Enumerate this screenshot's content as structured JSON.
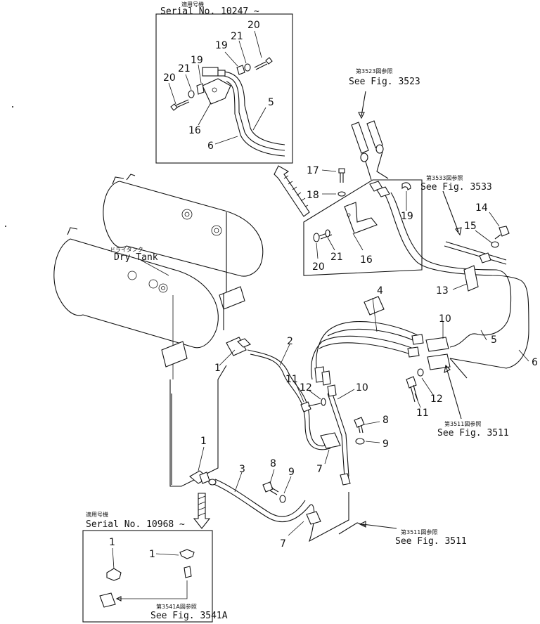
{
  "insets": {
    "top": {
      "jp": "適用号機",
      "serial": "Serial No. 10247 ~"
    },
    "bottom": {
      "jp": "適用号機",
      "serial": "Serial No. 10968 ~"
    }
  },
  "tank": {
    "jp": "ドライタンク",
    "en": "Dry Tank"
  },
  "refs": {
    "r3523": {
      "jp": "第3523図参照",
      "en": "See Fig. 3523"
    },
    "r3533": {
      "jp": "第3533図参照",
      "en": "See Fig. 3533"
    },
    "r3511a": {
      "jp": "第3511図参照",
      "en": "See Fig. 3511"
    },
    "r3511b": {
      "jp": "第3511図参照",
      "en": "See Fig. 3511"
    },
    "r3541a": {
      "jp": "第3541A図参照",
      "en": "See Fig. 3541A"
    }
  },
  "callouts": {
    "top_20a": "20",
    "top_21a": "21",
    "top_19a": "19",
    "top_20b": "20",
    "top_21b": "21",
    "top_19b": "19",
    "top_16": "16",
    "top_6": "6",
    "top_5": "5",
    "mid_17": "17",
    "mid_18": "18",
    "mid_19": "19",
    "mid_20": "20",
    "mid_21": "21",
    "mid_16": "16",
    "r_14": "14",
    "r_15": "15",
    "r_13": "13",
    "r_5": "5",
    "r_6": "6",
    "r_10": "10",
    "r_12": "12",
    "r_11": "11",
    "c_4": "4",
    "c_2": "2",
    "c_1": "1",
    "c_11": "11",
    "c_12": "12",
    "c_10": "10",
    "c_8": "8",
    "c_9": "9",
    "c_7": "7",
    "c_1b": "1",
    "c_3": "3",
    "c_8b": "8",
    "c_9b": "9",
    "c_7b": "7",
    "b_1a": "1",
    "b_1b": "1"
  }
}
